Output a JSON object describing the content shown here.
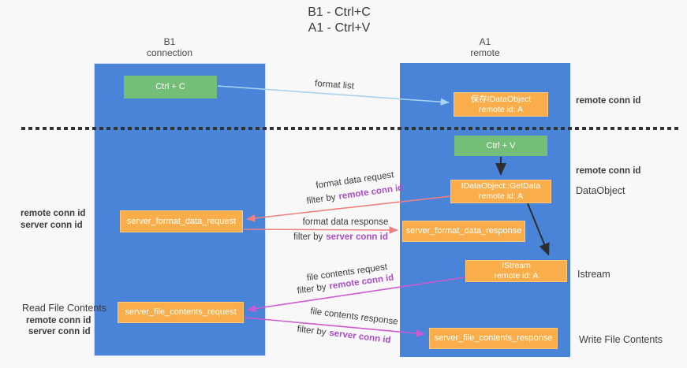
{
  "title": {
    "line1": "B1 - Ctrl+C",
    "line2": "A1 - Ctrl+V"
  },
  "lanes": {
    "left": {
      "name": "B1",
      "sub": "connection"
    },
    "right": {
      "name": "A1",
      "sub": "remote"
    }
  },
  "boxes": {
    "ctrl_c": "Ctrl + C",
    "ctrl_v": "Ctrl + V",
    "save_idataobject_line1": "保存IDataObject",
    "save_idataobject_line2": "remote id: A",
    "getdata_line1": "IDataObject::GetData",
    "getdata_line2": "remote id: A",
    "istream_line1": "IStream",
    "istream_line2": "remote id: A",
    "server_format_data_request": "server_format_data_request",
    "server_format_data_response": "server_format_data_response",
    "server_file_contents_request": "server_file_contents_request",
    "server_file_contents_response": "server_file_contents_response"
  },
  "arrow_labels": {
    "format_list": "format list",
    "format_data_request": "format data request",
    "format_data_response": "format data response",
    "file_contents_request": "file contents request",
    "file_contents_response": "file contents response",
    "filter_by": "filter by",
    "remote_conn_id": "remote conn id",
    "server_conn_id": "server conn id"
  },
  "side_labels": {
    "remote_conn_id": "remote conn id",
    "server_conn_id": "server conn id",
    "dataobject": "DataObject",
    "istream": "Istream",
    "read_file_contents": "Read File Contents",
    "write_file_contents": "Write File Contents"
  },
  "colors": {
    "lane_blue": "#4A84D8",
    "box_orange": "#F9AE4B",
    "box_green": "#75BE78",
    "purple_label": "#A94EC9",
    "green_label": "#57AE57",
    "arrow_blue": "#A9D3F2",
    "arrow_salmon": "#F08080",
    "arrow_magenta": "#CD5AD0",
    "arrow_black": "#2F2F2F",
    "background": "#F8F8F8"
  }
}
